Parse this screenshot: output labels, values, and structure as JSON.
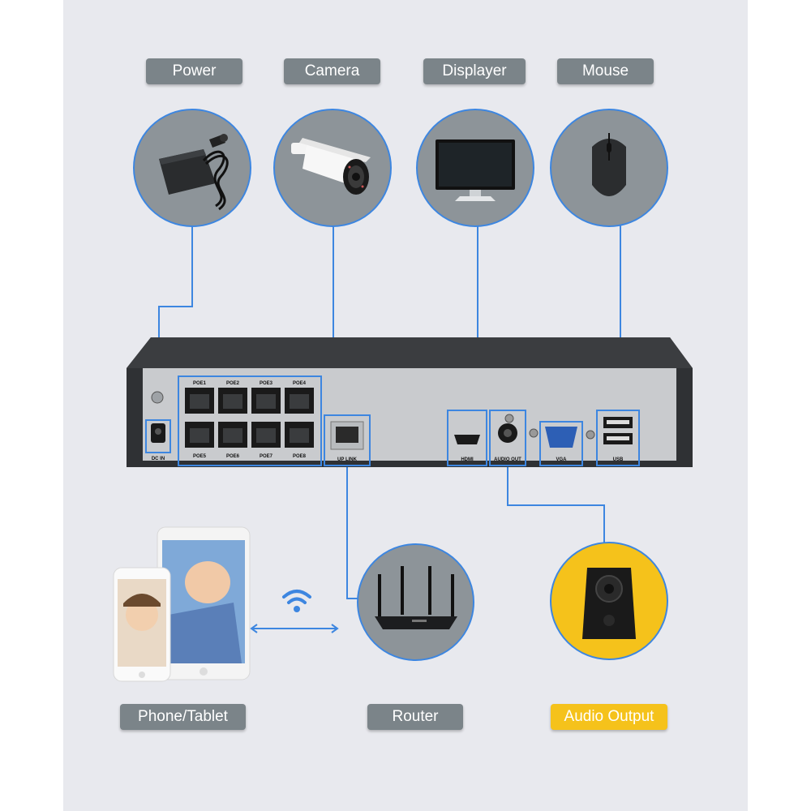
{
  "labels": {
    "power": "Power",
    "camera": "Camera",
    "displayer": "Displayer",
    "mouse": "Mouse",
    "phone_tablet": "Phone/Tablet",
    "router": "Router",
    "audio_output": "Audio Output"
  },
  "nvr_ports": {
    "dc_in": "DC IN",
    "poe_top": [
      "POE1",
      "POE2",
      "POE3",
      "POE4"
    ],
    "poe_bottom": [
      "POE5",
      "POE6",
      "POE7",
      "POE8"
    ],
    "up_link": "UP LINK",
    "hdmi": "HDMI",
    "audio_out": "AUDIO OUT",
    "vga": "VGA",
    "usb": "USB"
  },
  "colors": {
    "wire": "#3d86e0",
    "label_gray": "#7b8489",
    "label_yellow": "#f5c21b",
    "panel_bg": "#e8e9ee"
  }
}
